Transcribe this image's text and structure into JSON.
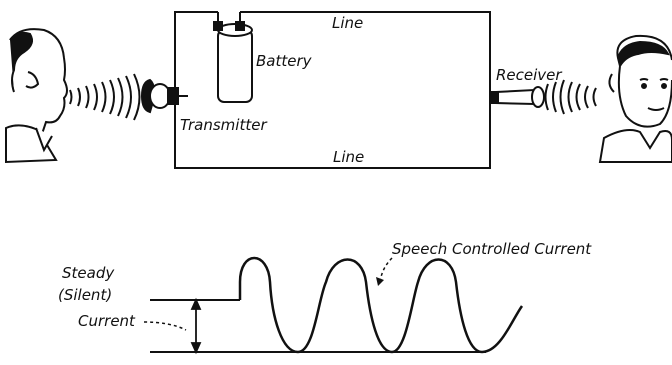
{
  "circuit": {
    "line_top_label": "Line",
    "line_bottom_label": "Line",
    "battery_label": "Battery",
    "transmitter_label": "Transmitter",
    "receiver_label": "Receiver"
  },
  "waveform": {
    "current_label": "Speech Controlled Current",
    "steady_label_line1": "Steady",
    "steady_label_line2": "(Silent)",
    "steady_label_line3": "Current"
  },
  "colors": {
    "ink": "#111111",
    "background": "#ffffff"
  }
}
